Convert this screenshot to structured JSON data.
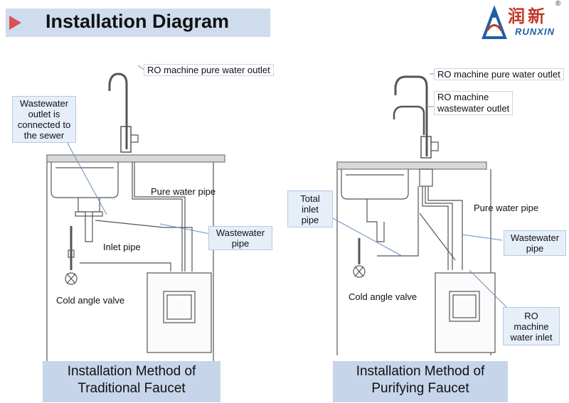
{
  "header": {
    "title": "Installation Diagram"
  },
  "logo": {
    "chinese_text": "润新",
    "english_text": "RUNXIN",
    "registered_mark": "®"
  },
  "left_diagram": {
    "labels": {
      "ro_pure_outlet": "RO machine pure water outlet",
      "wastewater_outlet": [
        "Wastewater",
        "outlet is",
        "connected to",
        "the sewer"
      ],
      "pure_water_pipe": "Pure water pipe",
      "wastewater_pipe": [
        "Wastewater",
        "pipe"
      ],
      "inlet_pipe": "Inlet pipe",
      "cold_angle_valve": "Cold angle valve"
    },
    "method": [
      "Installation Method of",
      "Traditional Faucet"
    ]
  },
  "right_diagram": {
    "labels": {
      "ro_pure_outlet": "RO machine pure water outlet",
      "ro_wastewater_outlet": [
        "RO machine",
        "wastewater outlet"
      ],
      "total_inlet_pipe": [
        "Total",
        "inlet",
        "pipe"
      ],
      "pure_water_pipe": "Pure water pipe",
      "wastewater_pipe": [
        "Wastewater",
        "pipe"
      ],
      "cold_angle_valve": "Cold angle valve",
      "ro_machine_inlet": [
        "RO",
        "machine",
        "water inlet"
      ]
    },
    "method": [
      "Installation Method of",
      "Purifying Faucet"
    ]
  },
  "colors": {
    "title_bar": "#cfdcee",
    "arrow": "#d9534f",
    "callout_fill": "#e6eef8",
    "method_fill": "#c6d5ea",
    "line": "#555555",
    "logo_red": "#c0392b",
    "logo_blue": "#1f5fa6"
  }
}
